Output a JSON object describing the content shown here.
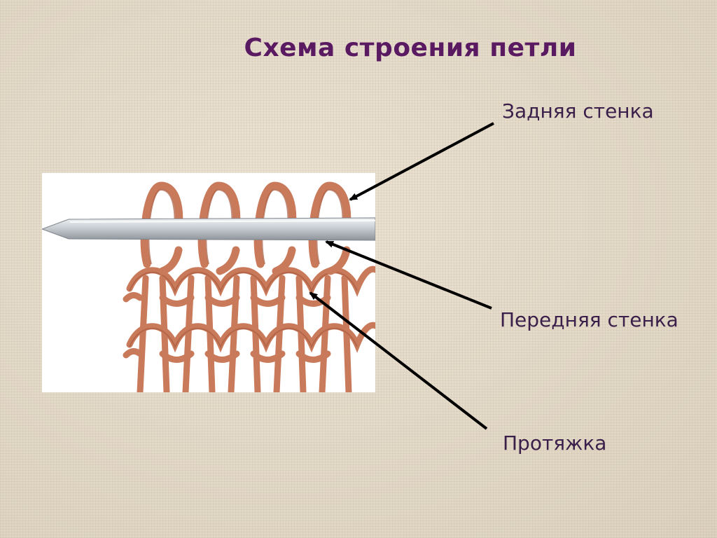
{
  "title": "Схема строения петли",
  "labels": {
    "back_wall": "Задняя стенка",
    "front_wall": "Передняя стенка",
    "sinker_loop": "Протяжка"
  },
  "colors": {
    "title": "#5a1a62",
    "label": "#3a1f4a",
    "yarn": "#c97a5a",
    "needle": "#c9ced3",
    "arrow": "#000000"
  }
}
